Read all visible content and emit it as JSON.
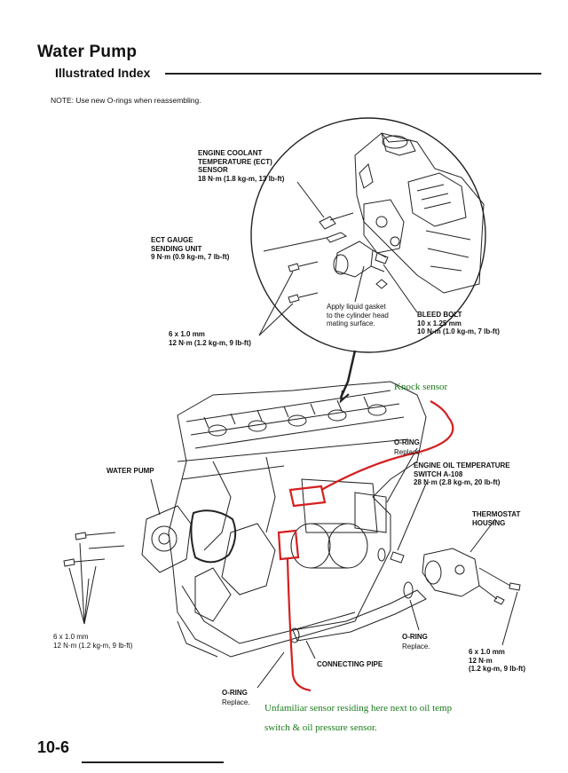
{
  "header": {
    "title": "Water Pump",
    "subtitle": "Illustrated Index",
    "note": "NOTE: Use new O-rings when reassembling."
  },
  "callouts": {
    "ect_sensor": "ENGINE COOLANT\nTEMPERATURE (ECT)\nSENSOR\n18 N·m (1.8 kg-m, 13 lb-ft)",
    "ect_gauge": "ECT GAUGE\nSENDING UNIT\n9 N·m (0.9 kg-m, 7 lb-ft)",
    "liquid_gasket": "Apply liquid gasket\nto the cylinder head\nmating surface.",
    "bleed_bolt": "BLEED BOLT\n10 x 1.25 mm\n10 N·m (1.0 kg-m, 7 lb-ft)",
    "bolt_top": "6 x 1.0 mm\n12 N·m (1.2 kg-m, 9 lb-ft)",
    "water_pump": "WATER PUMP",
    "oring_top": "O-RING",
    "oring_top_note": "Replace.",
    "oil_temp_switch": "ENGINE OIL TEMPERATURE\nSWITCH A-108\n28 N·m (2.8 kg-m, 20 lb-ft)",
    "thermostat": "THERMOSTAT\nHOUSING",
    "bolt_left": "6 x 1.0 mm\n12 N·m (1.2 kg-m, 9 lb-ft)",
    "oring_right": "O-RING",
    "oring_right_note": "Replace.",
    "bolt_right": "6 x 1.0 mm\n12 N·m\n(1.2 kg-m, 9 lb-ft)",
    "connecting_pipe": "CONNECTING PIPE",
    "oring_bottom": "O-RING",
    "oring_bottom_note": "Replace."
  },
  "annotations": {
    "knock_sensor": "Knock sensor",
    "unfamiliar_line1": "Unfamiliar sensor residing here next to oil temp",
    "unfamiliar_line2": "switch & oil pressure sensor.",
    "color": "#1a7a1a",
    "markup_color": "#d42020"
  },
  "footer": {
    "page_number": "10-6"
  }
}
